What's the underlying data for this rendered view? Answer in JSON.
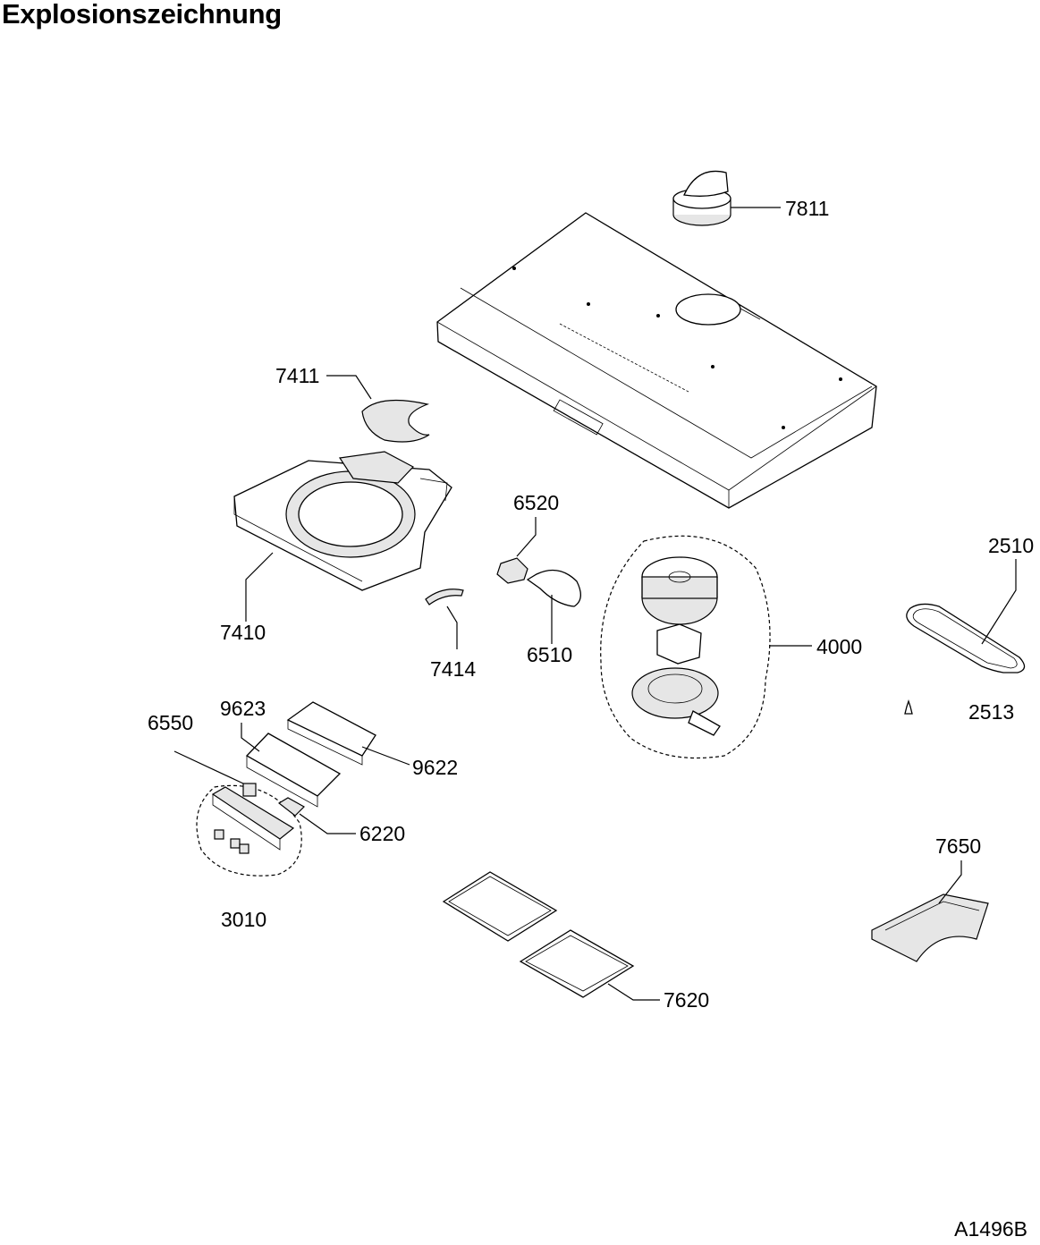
{
  "title": "Explosionszeichnung",
  "drawing_id": "A1496B",
  "parts": {
    "p7811": "7811",
    "p7411": "7411",
    "p7410": "7410",
    "p7414": "7414",
    "p6520": "6520",
    "p6510": "6510",
    "p4000": "4000",
    "p2510": "2510",
    "p2513": "2513",
    "p6550": "6550",
    "p9623": "9623",
    "p9622": "9622",
    "p6220": "6220",
    "p3010": "3010",
    "p7650": "7650",
    "p7620": "7620"
  }
}
